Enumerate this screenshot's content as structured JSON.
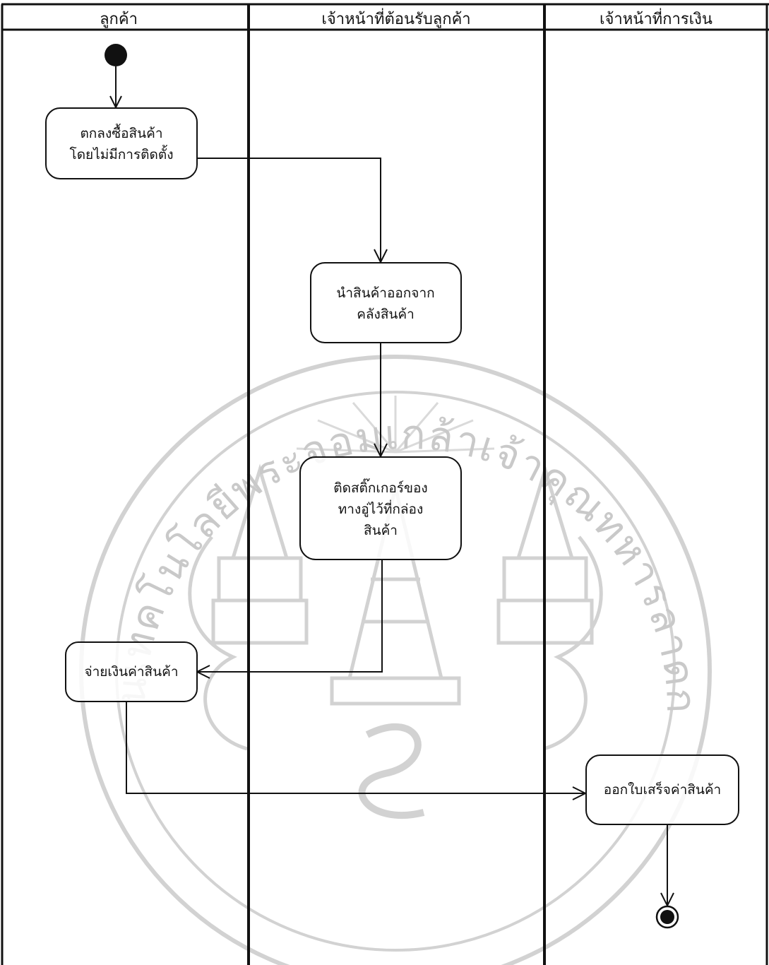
{
  "lanes": [
    {
      "title": "ลูกค้า"
    },
    {
      "title": "เจ้าหน้าที่ต้อนรับลูกค้า"
    },
    {
      "title": "เจ้าหน้าที่การเงิน"
    }
  ],
  "actions": {
    "agree_purchase": [
      "ตกลงซื้อสินค้า",
      "โดยไม่มีการติดตั้ง"
    ],
    "take_goods": [
      "นำสินค้าออกจาก",
      "คลังสินค้า"
    ],
    "attach_sticker": [
      "ติดสติ๊กเกอร์ของ",
      "ทางอู่ไว้ที่กล่อง",
      "สินค้า"
    ],
    "pay": [
      "จ่ายเงินค่าสินค้า"
    ],
    "receipt": [
      "ออกใบเสร็จค่าสินค้า"
    ]
  },
  "watermark": {
    "text": "สถาบันเทคโนโลยีพระจอมเกล้าเจ้าคุณทหารลาดกระบัง"
  },
  "colors": {
    "line": "#111111",
    "watermark": "#c9c9c9"
  }
}
